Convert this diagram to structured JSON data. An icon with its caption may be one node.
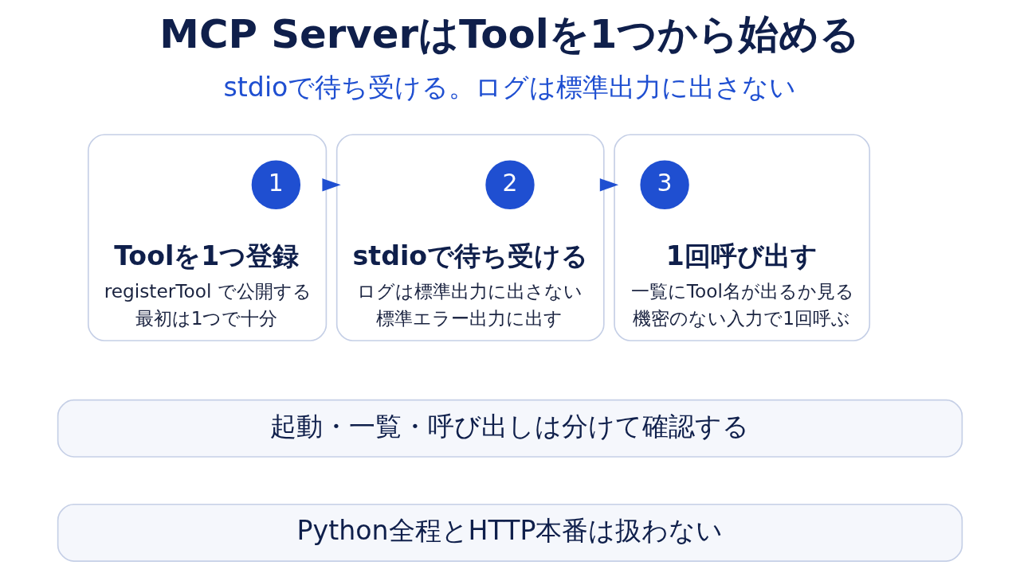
{
  "diagram": {
    "title": "MCP ServerはToolを1つから始める",
    "nodes": [
      {
        "text": [
          "Toolを1つ登録",
          "registerTool で公開する",
          "最初は1つで十分"
        ]
      },
      {
        "text": [
          "1"
        ],
        "in": 0
      },
      {
        "text": [
          "stdioで待ち受ける",
          "ログは標準出力に出さない",
          "標準エラー出力に出す"
        ]
      },
      {
        "text": [
          "2"
        ],
        "in": 2
      },
      {
        "text": [
          "1回呼び出す",
          "一覧にTool名が出るか見る",
          "機密のない入力で1回呼ぶ"
        ]
      },
      {
        "text": [
          "3"
        ],
        "in": 4
      },
      {
        "text": [
          "起動・一覧・呼び出しは分けて確認する"
        ]
      },
      {
        "text": [
          "Python全程とHTTP本番は扱わない"
        ]
      }
    ],
    "edges": [
      {
        "from": 0,
        "to": 2,
        "arrow": "to"
      },
      {
        "from": 2,
        "to": 4,
        "arrow": "to"
      }
    ],
    "labels": [
      "stdioで待ち受ける。ログは標準出力に出さない"
    ]
  }
}
